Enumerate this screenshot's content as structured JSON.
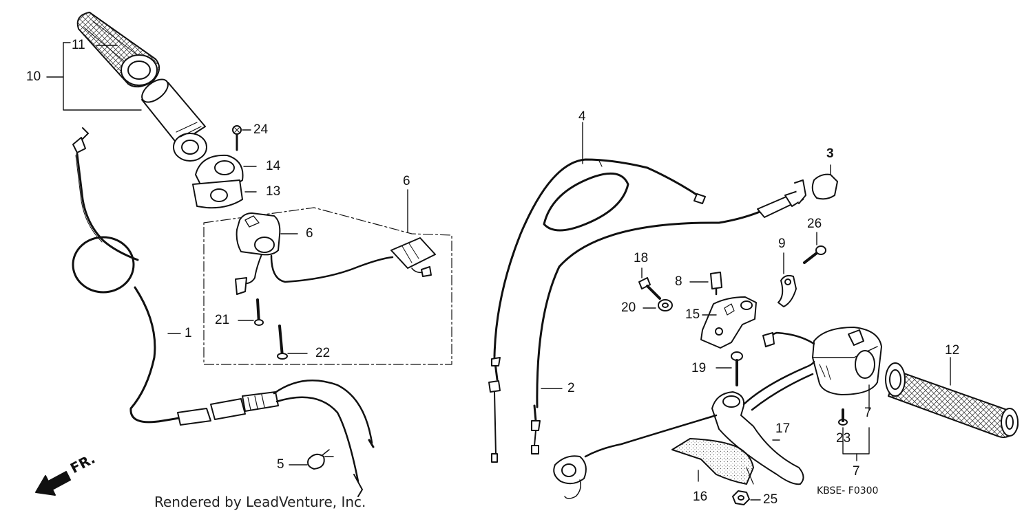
{
  "diagram": {
    "callouts": [
      {
        "id": "c1",
        "text": "1"
      },
      {
        "id": "c2",
        "text": "2"
      },
      {
        "id": "c3",
        "text": "3"
      },
      {
        "id": "c4",
        "text": "4"
      },
      {
        "id": "c5",
        "text": "5"
      },
      {
        "id": "c6a",
        "text": "6"
      },
      {
        "id": "c6b",
        "text": "6"
      },
      {
        "id": "c7a",
        "text": "7"
      },
      {
        "id": "c7b",
        "text": "7"
      },
      {
        "id": "c8",
        "text": "8"
      },
      {
        "id": "c9",
        "text": "9"
      },
      {
        "id": "c10",
        "text": "10"
      },
      {
        "id": "c11",
        "text": "11"
      },
      {
        "id": "c12",
        "text": "12"
      },
      {
        "id": "c13",
        "text": "13"
      },
      {
        "id": "c14",
        "text": "14"
      },
      {
        "id": "c15",
        "text": "15"
      },
      {
        "id": "c16",
        "text": "16"
      },
      {
        "id": "c17",
        "text": "17"
      },
      {
        "id": "c18",
        "text": "18"
      },
      {
        "id": "c19",
        "text": "19"
      },
      {
        "id": "c20",
        "text": "20"
      },
      {
        "id": "c21",
        "text": "21"
      },
      {
        "id": "c22",
        "text": "22"
      },
      {
        "id": "c23",
        "text": "23"
      },
      {
        "id": "c24",
        "text": "24"
      },
      {
        "id": "c25",
        "text": "25"
      },
      {
        "id": "c26",
        "text": "26"
      }
    ],
    "credit": "Rendered by LeadVenture, Inc.",
    "drawing_code": "KBSE- F0300",
    "direction_label": "FR."
  }
}
